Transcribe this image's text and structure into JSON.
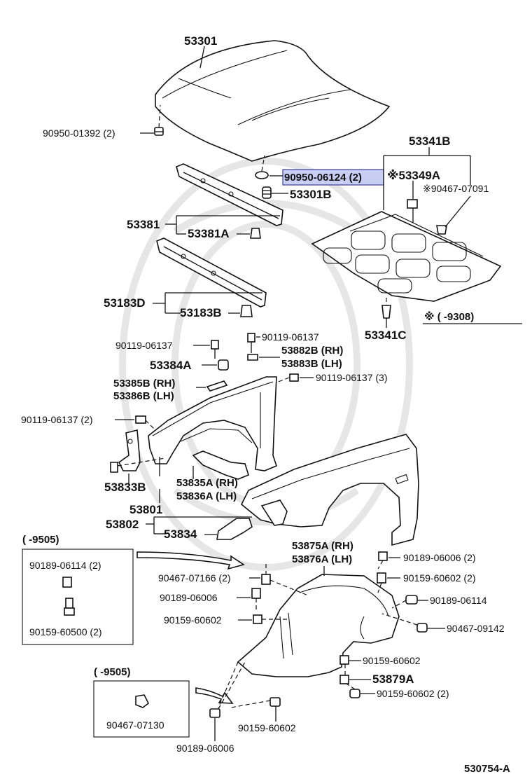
{
  "labels": {
    "p53301": "53301",
    "p90950_01392": "90950-01392 (2)",
    "p90950_06124": "90950-06124 (2)",
    "p53301B": "53301B",
    "p53381": "53381",
    "p53381A": "53381A",
    "p53183D": "53183D",
    "p53183B": "53183B",
    "p53341B": "53341B",
    "p53349A": "※53349A",
    "p90467_07091": "※90467-07091",
    "p53341C": "53341C",
    "note_9308": "※ (        -9308)",
    "p90119_06137_a": "90119-06137",
    "p90119_06137_b": "90119-06137",
    "p90119_06137_3": "90119-06137 (3)",
    "p90119_06137_2": "90119-06137 (2)",
    "p53882B": "53882B (RH)",
    "p53883B": "53883B (LH)",
    "p53384A": "53384A",
    "p53385B": "53385B (RH)",
    "p53386B": "53386B (LH)",
    "p53833B": "53833B",
    "p53835A": "53835A (RH)",
    "p53836A": "53836A (LH)",
    "p53801": "53801",
    "p53802": "53802",
    "p53834": "53834",
    "p53875A": "53875A (RH)",
    "p53876A": "53876A (LH)",
    "p90189_06006_2": "90189-06006 (2)",
    "p90159_60602_2a": "90159-60602 (2)",
    "p90189_06114": "90189-06114",
    "p90467_09142": "90467-09142",
    "p90159_60602_a": "90159-60602",
    "p53879A": "53879A",
    "p90159_60602_2b": "90159-60602 (2)",
    "p90467_07166": "90467-07166 (2)",
    "p90189_06006_a": "90189-06006",
    "p90159_60602_b": "90159-60602",
    "box1_title": "(        -9505)",
    "box1_p1": "90189-06114 (2)",
    "box1_p2": "90159-60500 (2)",
    "box2_title": "(        -9505)",
    "box2_p1": "90467-07130",
    "p90159_60602_c": "90159-60602",
    "p90189_06006_b": "90189-06006",
    "ref": "530754-A"
  },
  "highlight_color": "#c8cdf4"
}
